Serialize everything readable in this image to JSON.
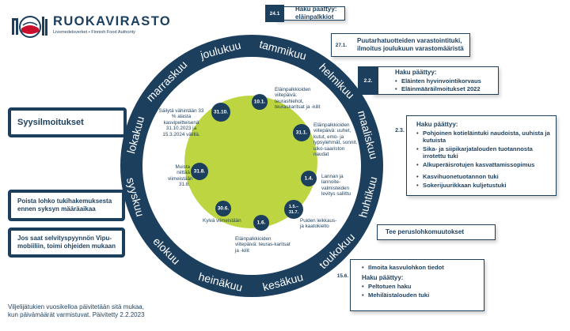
{
  "logo": {
    "name": "RUOKAVIRASTO",
    "tagline": "Livsmedelsverket • Finnish Food Authority"
  },
  "months": [
    "tammikuu",
    "helmikuu",
    "maaliskuu",
    "huhtikuu",
    "toukokuu",
    "kesäkuu",
    "heinäkuu",
    "elokuu",
    "syyskuu",
    "lokakuu",
    "marraskuu",
    "joulukuu"
  ],
  "wheel": {
    "ring_color": "#1c3f5e",
    "center_color": "#bcd540"
  },
  "dates": [
    {
      "label": "10.1.",
      "text": "Eläinpalkkioiden viitepäivä: teurashiehot, teuraskaritsat ja -kilit"
    },
    {
      "label": "31.1.",
      "text": "Eläinpalkkioiden viitepäivä: uuhet, kutut, emo- ja lypsylehmät, sonnit, ulko-saariston naudat"
    },
    {
      "label": "1.4.",
      "text": "Lannan ja lannoite-valmisteiden levitys sallittu"
    },
    {
      "label": "1.5.–31.7.",
      "text": "Puiden leikkaus- ja kaatokielto"
    },
    {
      "label": "1.6.",
      "text": "Eläinpalkkioiden viitepäivä: teuras-karitsat ja -kilit"
    },
    {
      "label": "30.6.",
      "text": "Kylvä viimeistään"
    },
    {
      "label": "31.8.",
      "text": "Muista niittää viimeistään 31.8."
    },
    {
      "label": "31.10.",
      "text": "Säilytä vähintään 33 % alasta kasvipeitteisenä 31.10.2023 ja 15.3.2024 välillä."
    }
  ],
  "right_boxes": [
    {
      "date": "24.1",
      "title": "Haku päättyy: eläinpalkkiot",
      "items": []
    },
    {
      "date": "27.1.",
      "title": "Puutarhatuotteiden varastointituki, ilmoitus joulukuun varastomääristä",
      "items": []
    },
    {
      "date": "2.2.",
      "title": "Haku päättyy:",
      "items": [
        "Eläinten hyvinvointikorvaus",
        "Eläinmääräilmoitukset 2022"
      ]
    },
    {
      "date": "2.3.",
      "title": "Haku päättyy:",
      "items": [
        "Pohjoinen kotieläintuki naudoista, uuhista ja kutuista",
        "Sika- ja siipikarjatalouden tuotannosta irrotettu tuki",
        "Alkuperäisrotujen kasvattamissopimus",
        "Kasvihuonetuotannon tuki",
        "Sokerijuurikkaan kuljetustuki"
      ]
    },
    {
      "date": "",
      "title": "Tee peruslohkomuutokset",
      "items": []
    },
    {
      "date": "15.6.",
      "title": "",
      "items": [
        "Ilmoita kasvulohkon tiedot"
      ],
      "title2": "Haku päättyy:",
      "items2": [
        "Peltotuen haku",
        "Mehiläistalouden tuki"
      ]
    }
  ],
  "left_boxes": [
    {
      "text": "Syysilmoitukset"
    },
    {
      "text": "Poista lohko tukihakemuksesta ennen syksyn määräaikaa"
    },
    {
      "text": "Jos saat selvityspyynnön Vipu-mobiiliin, toimi ohjeiden mukaan"
    }
  ],
  "footer": {
    "line1": "Viljelijätukien vuosikelloa päivitetään sitä mukaa,",
    "line2": "kun päivämäärät varmistuvat. Päivitetty 2.2.2023"
  }
}
